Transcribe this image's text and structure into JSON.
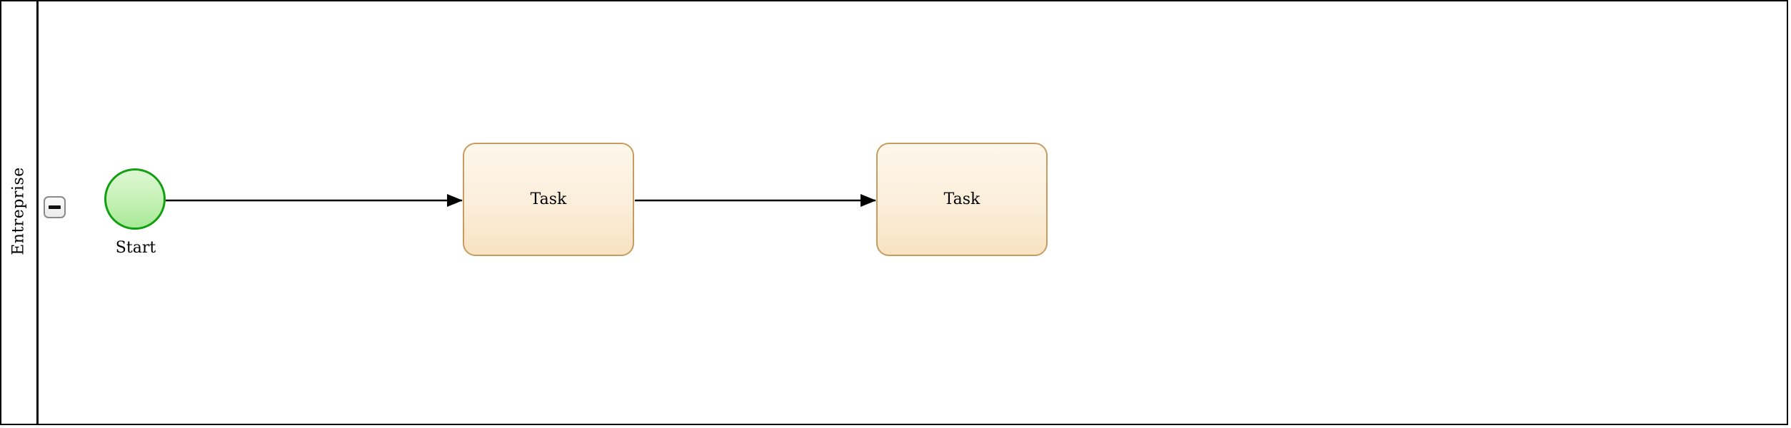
{
  "diagram_type": "BPMN process diagram",
  "pool": {
    "label": "Entreprise",
    "collapse_icon": "minus-icon",
    "collapsed": false
  },
  "nodes": [
    {
      "type": "start-event",
      "label": "Start"
    },
    {
      "type": "task",
      "label": "Task"
    },
    {
      "type": "task",
      "label": "Task"
    }
  ],
  "flows": [
    {
      "from": "start-event",
      "to": "task-1",
      "style": "solid-arrow"
    },
    {
      "from": "task-1",
      "to": "task-2",
      "style": "solid-arrow"
    }
  ],
  "colors": {
    "pool_border": "#000000",
    "start_event_stroke": "#12a012",
    "start_event_fill_top": "#def7d4",
    "start_event_fill_bottom": "#a7e995",
    "task_stroke": "#c69c60",
    "task_fill_top": "#fdf7ea",
    "task_fill_bottom": "#f8e3c1",
    "flow_line": "#000000",
    "collapse_button_border": "#8a8a8a"
  }
}
